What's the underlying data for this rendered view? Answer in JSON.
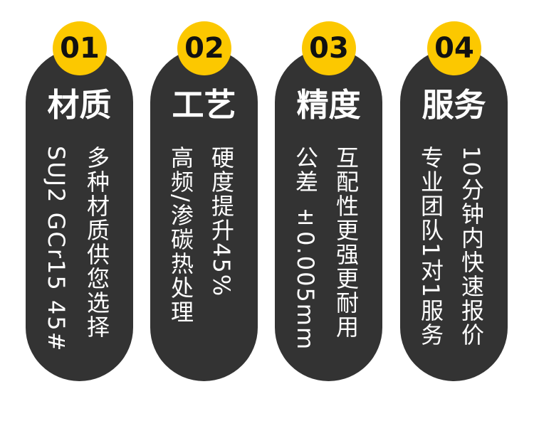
{
  "accent": "#fcc800",
  "card_color": "#333333",
  "cards": [
    {
      "num": "01",
      "title": "材质",
      "line1": "多种材质供您选择",
      "line2": "SUJ2 GCr15 45#"
    },
    {
      "num": "02",
      "title": "工艺",
      "line1": "硬度提升45%",
      "line2": "高频/渗碳热处理"
    },
    {
      "num": "03",
      "title": "精度",
      "line1": "互配性更强更耐用",
      "line2": "公差 ±0.005mm"
    },
    {
      "num": "04",
      "title": "服务",
      "line1": "10分钟内快速报价",
      "line2": "专业团队1对1服务"
    }
  ]
}
